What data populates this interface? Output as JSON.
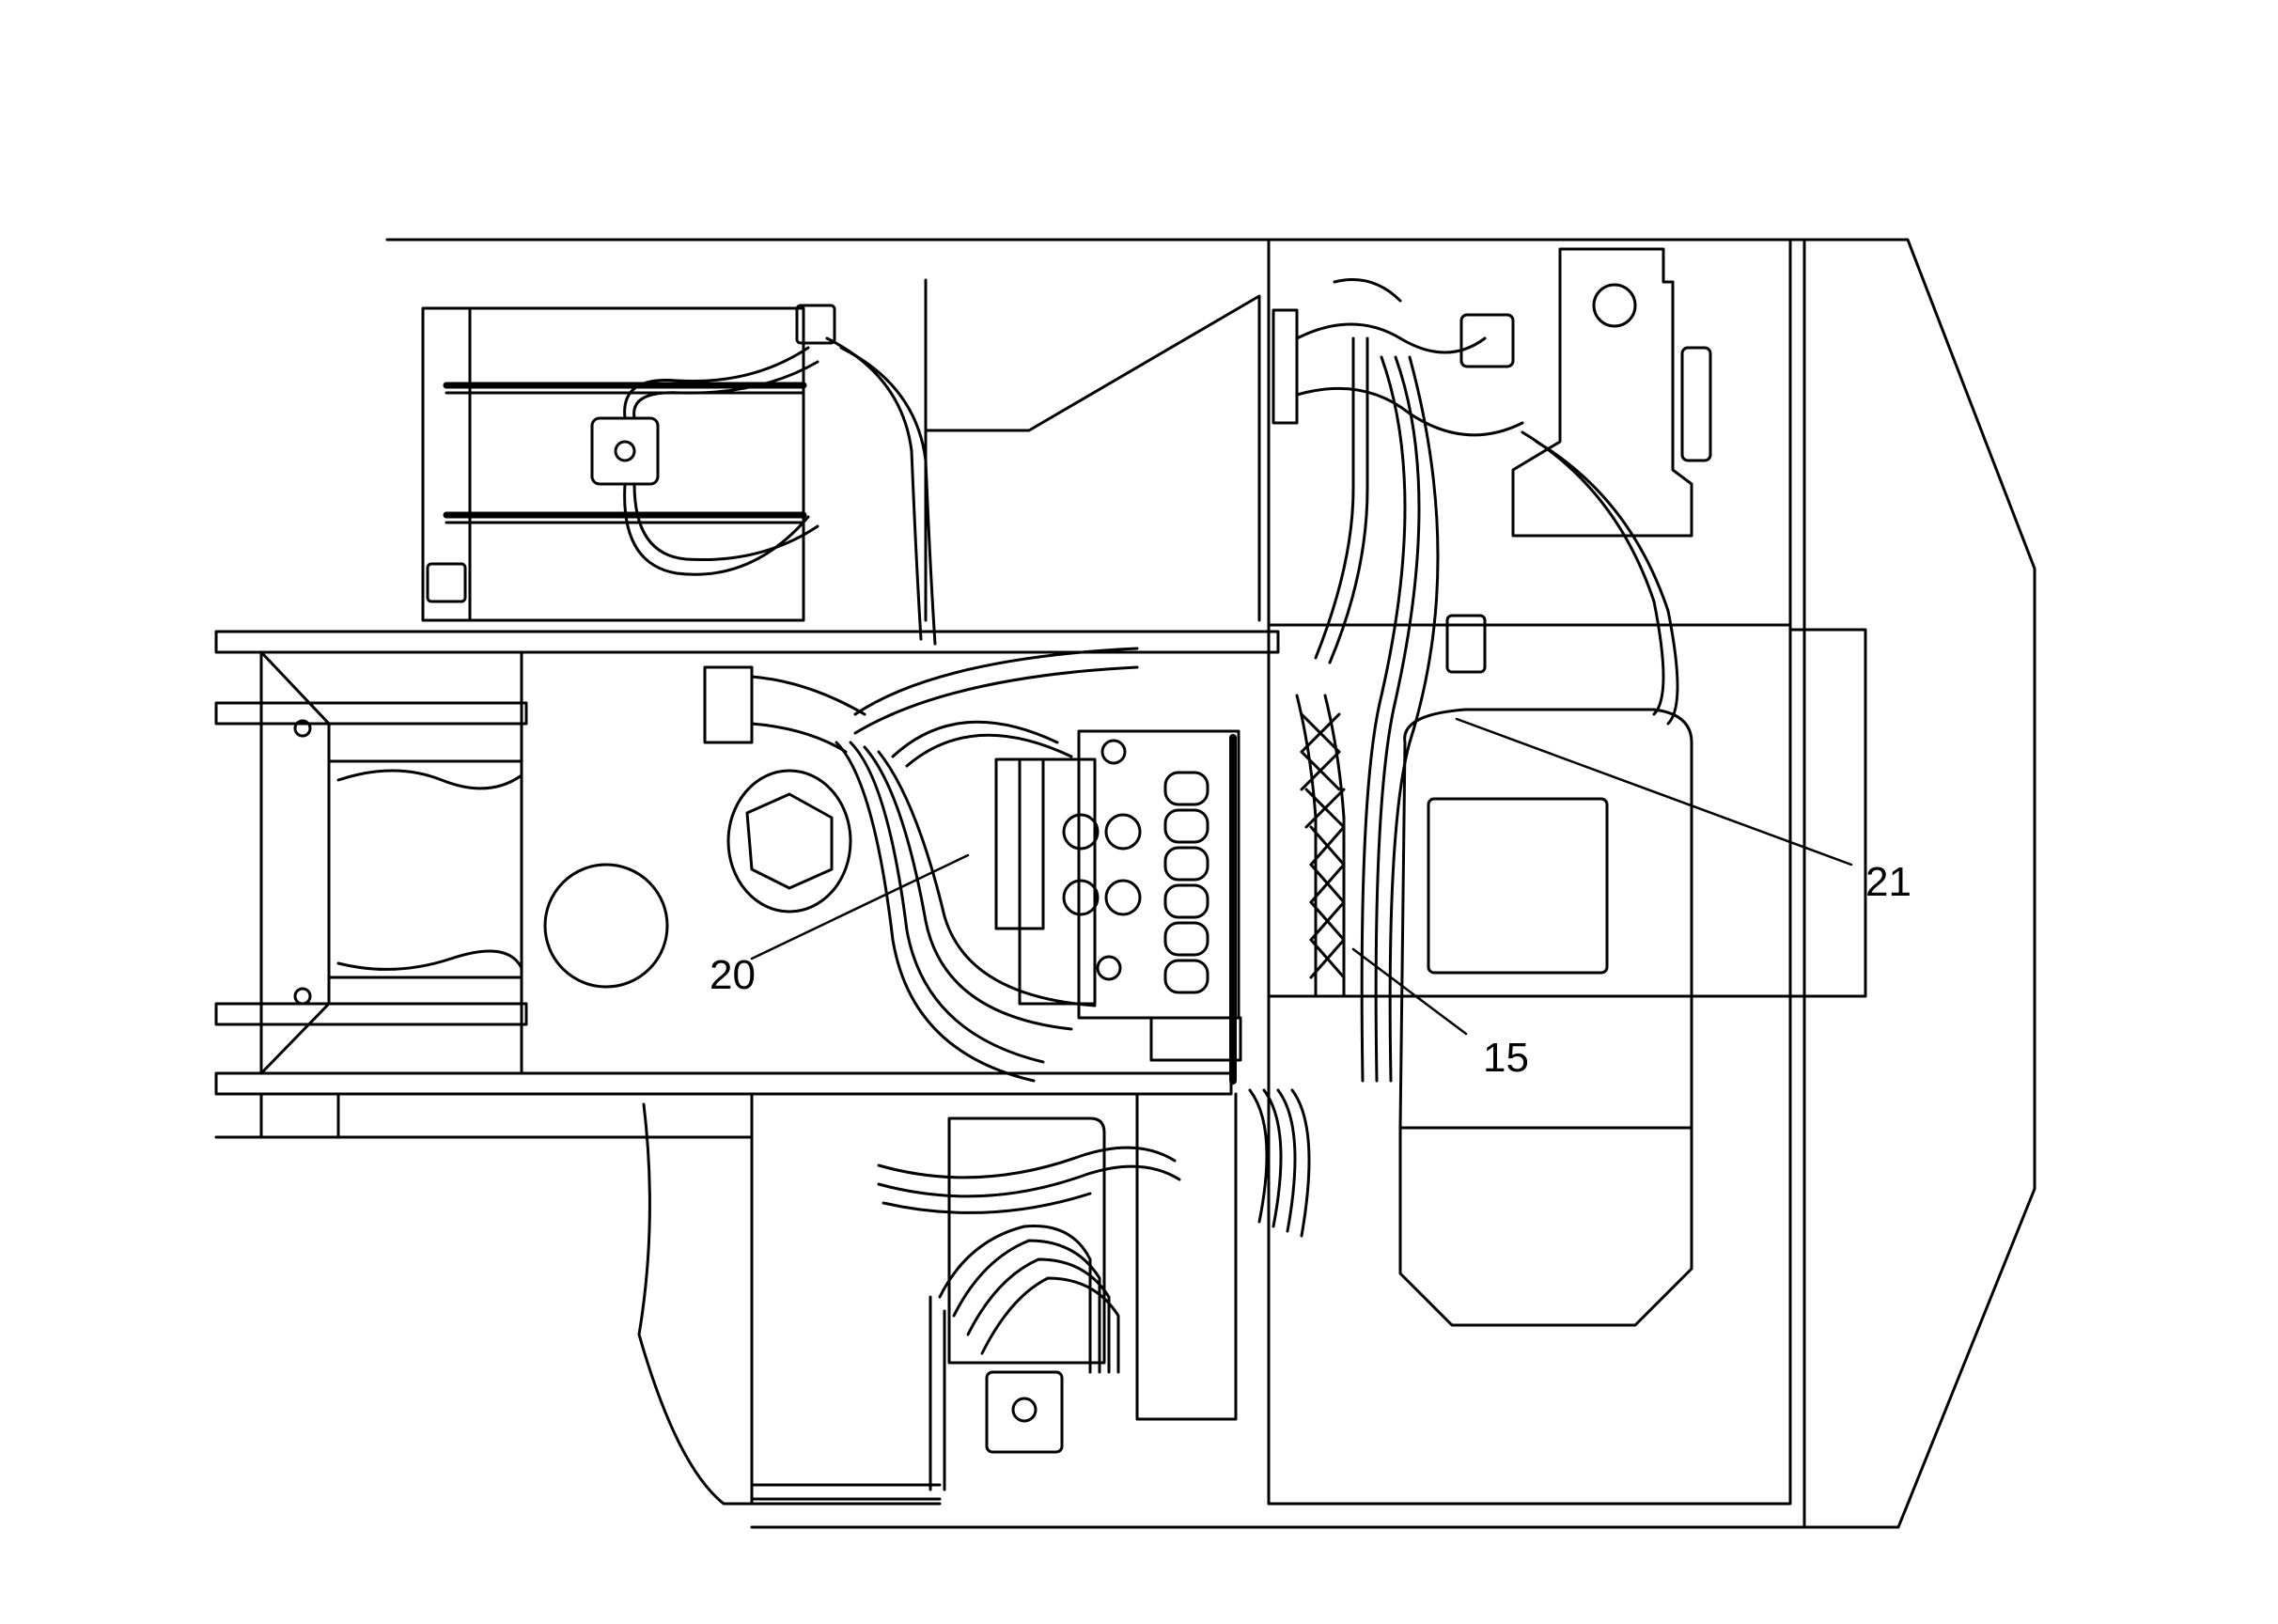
{
  "diagram": {
    "callouts": [
      {
        "id": "20",
        "label": "20"
      },
      {
        "id": "21",
        "label": "21"
      },
      {
        "id": "15",
        "label": "15"
      }
    ],
    "colors": {
      "ink": "#000000",
      "paper": "#ffffff"
    }
  }
}
